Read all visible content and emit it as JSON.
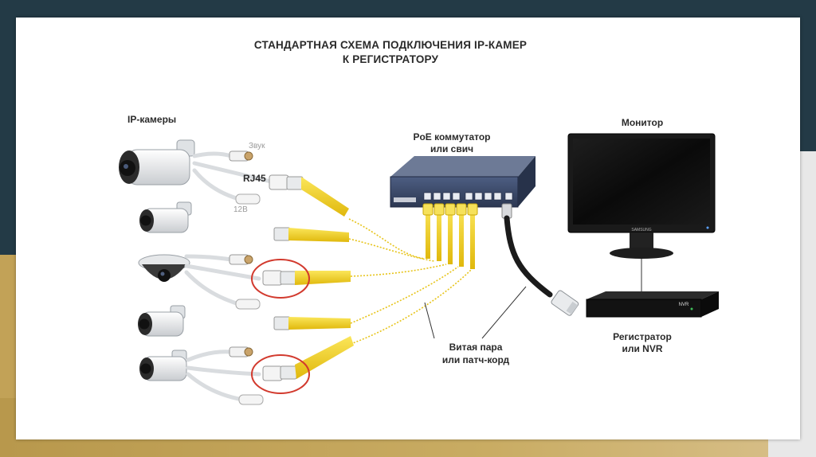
{
  "title": {
    "line1": "СТАНДАРТНАЯ СХЕМА ПОДКЛЮЧЕНИЯ IP-КАМЕР",
    "line2": "К РЕГИСТРАТОРУ"
  },
  "labels": {
    "cameras": "IP-камеры",
    "sound": "Звук",
    "rj45": "RJ45",
    "power": "12В",
    "switch_line1": "PoE коммутатор",
    "switch_line2": "или свич",
    "monitor": "Монитор",
    "monitor_brand": "SAMSUNG",
    "nvr_badge": "NVR",
    "nvr_line1": "Регистратор",
    "nvr_line2": "или NVR",
    "cable_line1": "Витая пара",
    "cable_line2": "или патч-корд"
  },
  "colors": {
    "cable_yellow": "#f2d21e",
    "highlight_circle": "#d23a2e",
    "switch_body": "#3b4a6b",
    "device_dark": "#1b1b1b"
  },
  "icons": {
    "camera": "bullet-camera-icon",
    "dome": "dome-camera-icon",
    "switch": "network-switch-icon",
    "monitor": "monitor-icon",
    "nvr": "nvr-recorder-icon",
    "connector": "rj45-connector-icon"
  }
}
